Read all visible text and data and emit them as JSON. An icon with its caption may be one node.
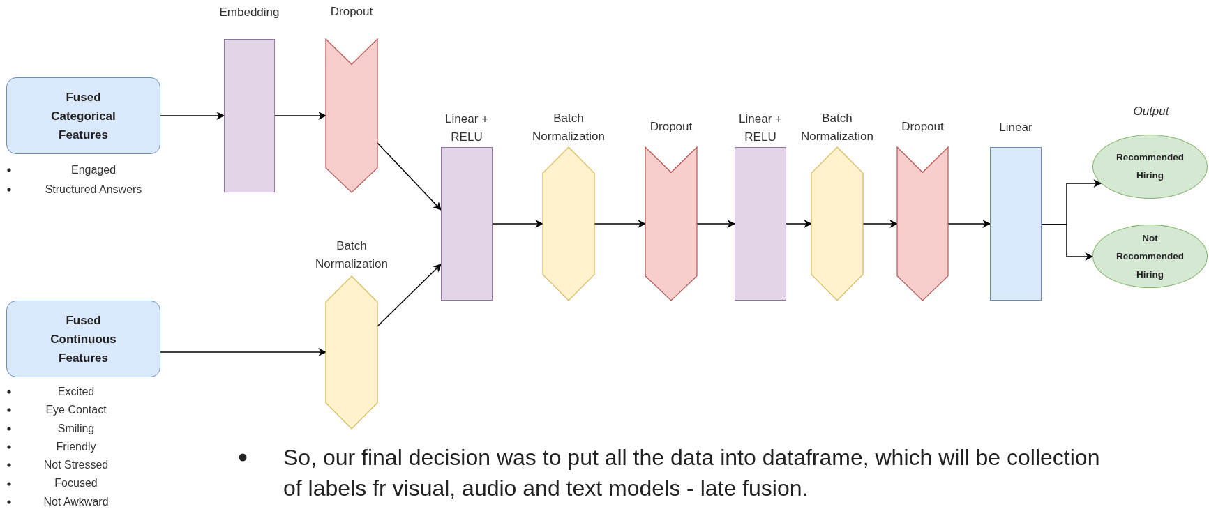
{
  "diagram": {
    "nodes": [
      {
        "text": [
          "Fused Categorical Features"
        ],
        "beside": [
          "Engaged",
          "Structured Answers"
        ]
      },
      {
        "text": [
          "Embedding"
        ]
      },
      {
        "text": [
          "Dropout"
        ]
      },
      {
        "text": [
          "Fused Continuous Features"
        ],
        "beside": [
          "Excited",
          "Eye Contact",
          "Smiling",
          "Friendly",
          "Not Stressed",
          "Focused",
          "Not Awkward"
        ]
      },
      {
        "text": [
          "Batch Normalization"
        ]
      },
      {
        "text": [
          "Linear + RELU"
        ]
      },
      {
        "text": [
          "Batch Normalization"
        ]
      },
      {
        "text": [
          "Dropout"
        ]
      },
      {
        "text": [
          "Linear + RELU"
        ]
      },
      {
        "text": [
          "Batch Normalization"
        ]
      },
      {
        "text": [
          "Dropout"
        ]
      },
      {
        "text": [
          "Linear"
        ]
      },
      {
        "text": [
          "Recommended Hiring"
        ]
      },
      {
        "text": [
          "Not Recommended Hiring"
        ]
      }
    ],
    "edges": [
      {
        "from": 0,
        "to": 1,
        "arrow": "to"
      },
      {
        "from": 1,
        "to": 2,
        "arrow": "to"
      },
      {
        "from": 3,
        "to": 4,
        "arrow": "to"
      },
      {
        "from": 2,
        "to": 5,
        "arrow": "to"
      },
      {
        "from": 4,
        "to": 5,
        "arrow": "to"
      },
      {
        "from": 5,
        "to": 6,
        "arrow": "to"
      },
      {
        "from": 6,
        "to": 7,
        "arrow": "to"
      },
      {
        "from": 7,
        "to": 8,
        "arrow": "to"
      },
      {
        "from": 8,
        "to": 9,
        "arrow": "to"
      },
      {
        "from": 9,
        "to": 10,
        "arrow": "to"
      },
      {
        "from": 10,
        "to": 11,
        "arrow": "to"
      },
      {
        "from": 11,
        "to": 12,
        "arrow": "to"
      },
      {
        "from": 11,
        "to": 13,
        "arrow": "to"
      }
    ],
    "labels": [
      "Output",
      "So, our final decision was to put all the data into dataframe, which will be collection of labels fr visual, audio and text models - late fusion."
    ]
  }
}
